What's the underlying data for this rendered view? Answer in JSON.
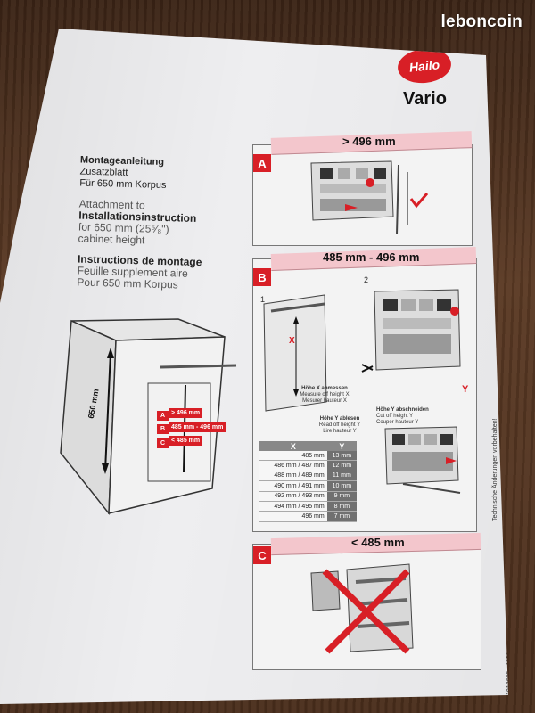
{
  "watermark": "leboncoin",
  "logo": {
    "text": "Hailo",
    "color": "#d81f26"
  },
  "brand": "Vario",
  "intro": {
    "de_title": "Montageanleitung",
    "de_line1": "Zusatzblatt",
    "de_line2": "Für 650 mm Korpus",
    "en_line1": "Attachment to",
    "en_title": "Installationsinstruction",
    "en_line2": "for 650 mm (25⁵⁄₈\")",
    "en_line3": "cabinet height",
    "fr_title": "Instructions de montage",
    "fr_line1": "Feuille supplement aire",
    "fr_line2": "Pour 650 mm Korpus"
  },
  "cabinet": {
    "height_label": "650 mm",
    "opt_a": "A",
    "opt_a_text": "> 496 mm",
    "opt_b": "B",
    "opt_b_text": "485 mm - 496 mm",
    "opt_c": "C",
    "opt_c_text": "< 485 mm"
  },
  "sections": {
    "a": {
      "letter": "A",
      "title": "> 496 mm"
    },
    "b": {
      "letter": "B",
      "title": "485 mm - 496 mm",
      "step1": "1",
      "step2": "2"
    },
    "c": {
      "letter": "C",
      "title": "< 485 mm"
    }
  },
  "measure_x": {
    "de": "Höhe X abmessen",
    "en": "Measure off height X",
    "fr": "Mesurer hauteur X"
  },
  "read_y": {
    "de": "Höhe Y ablesen",
    "en": "Read off height Y",
    "fr": "Lire hauteur Y"
  },
  "cut_y": {
    "de": "Höhe Y abschneiden",
    "en": "Cut off height Y",
    "fr": "Couper hauteur Y"
  },
  "diagram_labels": {
    "x": "X",
    "y": "Y"
  },
  "table": {
    "headers": [
      "X",
      "Y"
    ],
    "rows": [
      [
        "485 mm",
        "13 mm"
      ],
      [
        "486 mm / 487 mm",
        "12 mm"
      ],
      [
        "488 mm / 489 mm",
        "11 mm"
      ],
      [
        "490 mm / 491 mm",
        "10 mm"
      ],
      [
        "492 mm / 493 mm",
        "9 mm"
      ],
      [
        "494 mm / 495 mm",
        "8 mm"
      ],
      [
        "496 mm",
        "7 mm"
      ]
    ]
  },
  "side_note": "Technische Änderungen vorbehalten!",
  "doc_code": "1012639 · 1100 ·",
  "colors": {
    "accent": "#d81f26",
    "bar": "#f3c6cc",
    "paper": "#eeeef0"
  }
}
